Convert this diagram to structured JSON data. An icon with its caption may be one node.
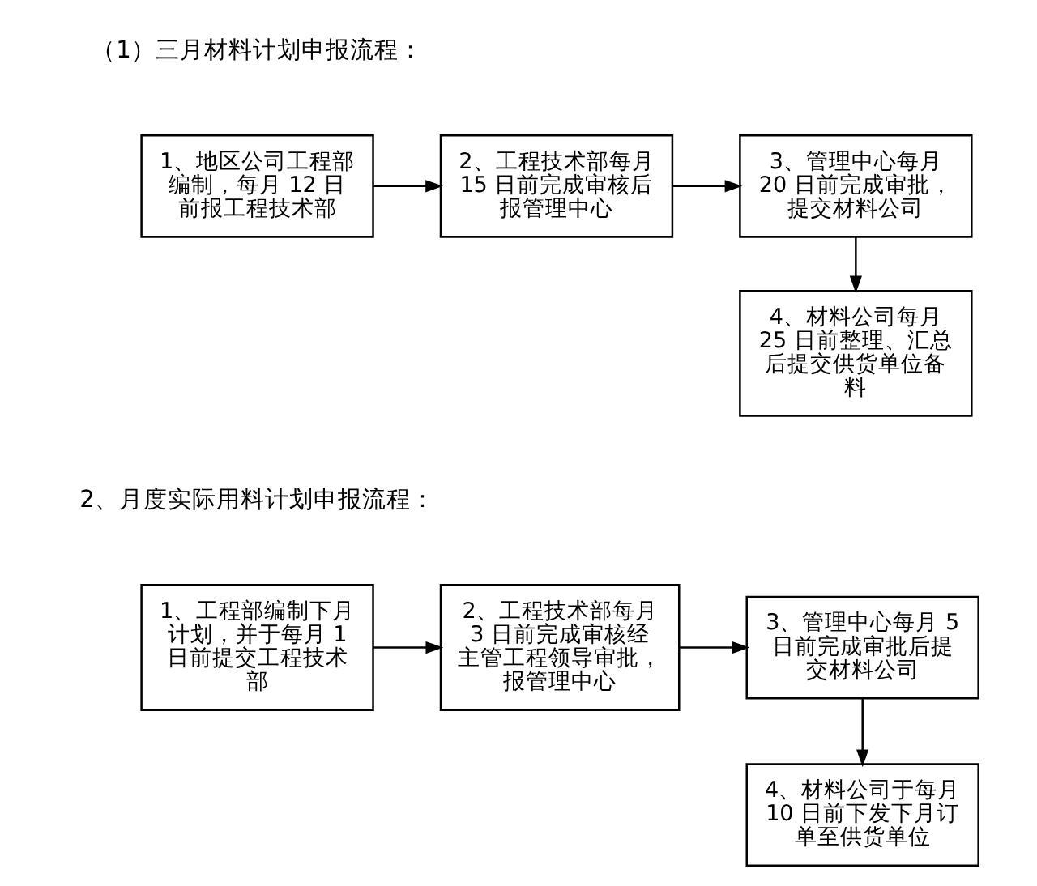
{
  "diagram": {
    "nodes": [
      {
        "text": [
          "1、地区公司工程部编制，每月 12 日前报工程技术部"
        ]
      },
      {
        "text": [
          "2、工程技术部每月 15 日前完成审核后报管理中心"
        ]
      },
      {
        "text": [
          "3、管理中心每月 20 日前完成审批，提交材料公司"
        ]
      },
      {
        "text": [
          "4、材料公司每月 25 日前整理、汇总后提交供货单位备料"
        ]
      },
      {
        "text": [
          "1、工程部编制下月计划，并于每月 1 日前提交工程技术部"
        ]
      },
      {
        "text": [
          "2、工程技术部每月 3 日前完成审核经主管工程领导审批，报管理中心"
        ]
      },
      {
        "text": [
          "3、管理中心每月 5 日前完成审批后提交材料公司"
        ]
      },
      {
        "text": [
          "4、材料公司于每月 10 日前下发下月订单至供货单位"
        ]
      }
    ],
    "edges": [
      {
        "from": 0,
        "to": 1,
        "arrow": "to"
      },
      {
        "from": 1,
        "to": 2,
        "arrow": "to"
      },
      {
        "from": 2,
        "to": 3,
        "arrow": "to"
      },
      {
        "from": 4,
        "to": 5,
        "arrow": "to"
      },
      {
        "from": 5,
        "to": 6,
        "arrow": "to"
      },
      {
        "from": 6,
        "to": 7,
        "arrow": "to"
      }
    ],
    "labels": [
      "（1）三月材料计划申报流程：",
      "2、月度实际用料计划申报流程："
    ]
  }
}
